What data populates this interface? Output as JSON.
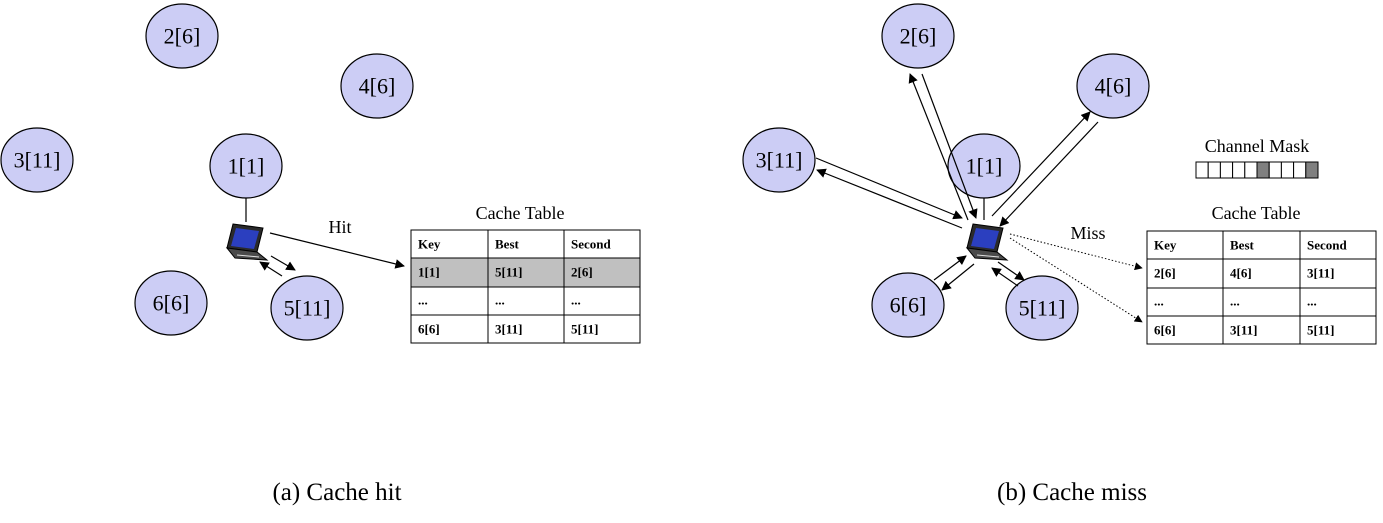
{
  "left_panel": {
    "nodes": [
      "2[6]",
      "4[6]",
      "3[11]",
      "1[1]",
      "6[6]",
      "5[11]"
    ],
    "hit_label": "Hit",
    "table_title": "Cache Table",
    "headers": [
      "Key",
      "Best",
      "Second"
    ],
    "rows": [
      [
        "1[1]",
        "5[11]",
        "2[6]"
      ],
      [
        "...",
        "...",
        "..."
      ],
      [
        "6[6]",
        "3[11]",
        "5[11]"
      ]
    ],
    "caption": "(a) Cache hit"
  },
  "right_panel": {
    "nodes": [
      "2[6]",
      "4[6]",
      "3[11]",
      "1[1]",
      "6[6]",
      "5[11]"
    ],
    "miss_label": "Miss",
    "mask_title": "Channel Mask",
    "mask_bits": [
      0,
      0,
      0,
      0,
      0,
      1,
      0,
      0,
      0,
      1
    ],
    "table_title": "Cache Table",
    "headers": [
      "Key",
      "Best",
      "Second"
    ],
    "rows": [
      [
        "2[6]",
        "4[6]",
        "3[11]"
      ],
      [
        "...",
        "...",
        "..."
      ],
      [
        "6[6]",
        "3[11]",
        "5[11]"
      ]
    ],
    "caption": "(b) Cache miss"
  },
  "colors": {
    "node_fill": "#cccdf5",
    "highlight_row": "#c0c0c0",
    "mask_set": "#808080"
  }
}
